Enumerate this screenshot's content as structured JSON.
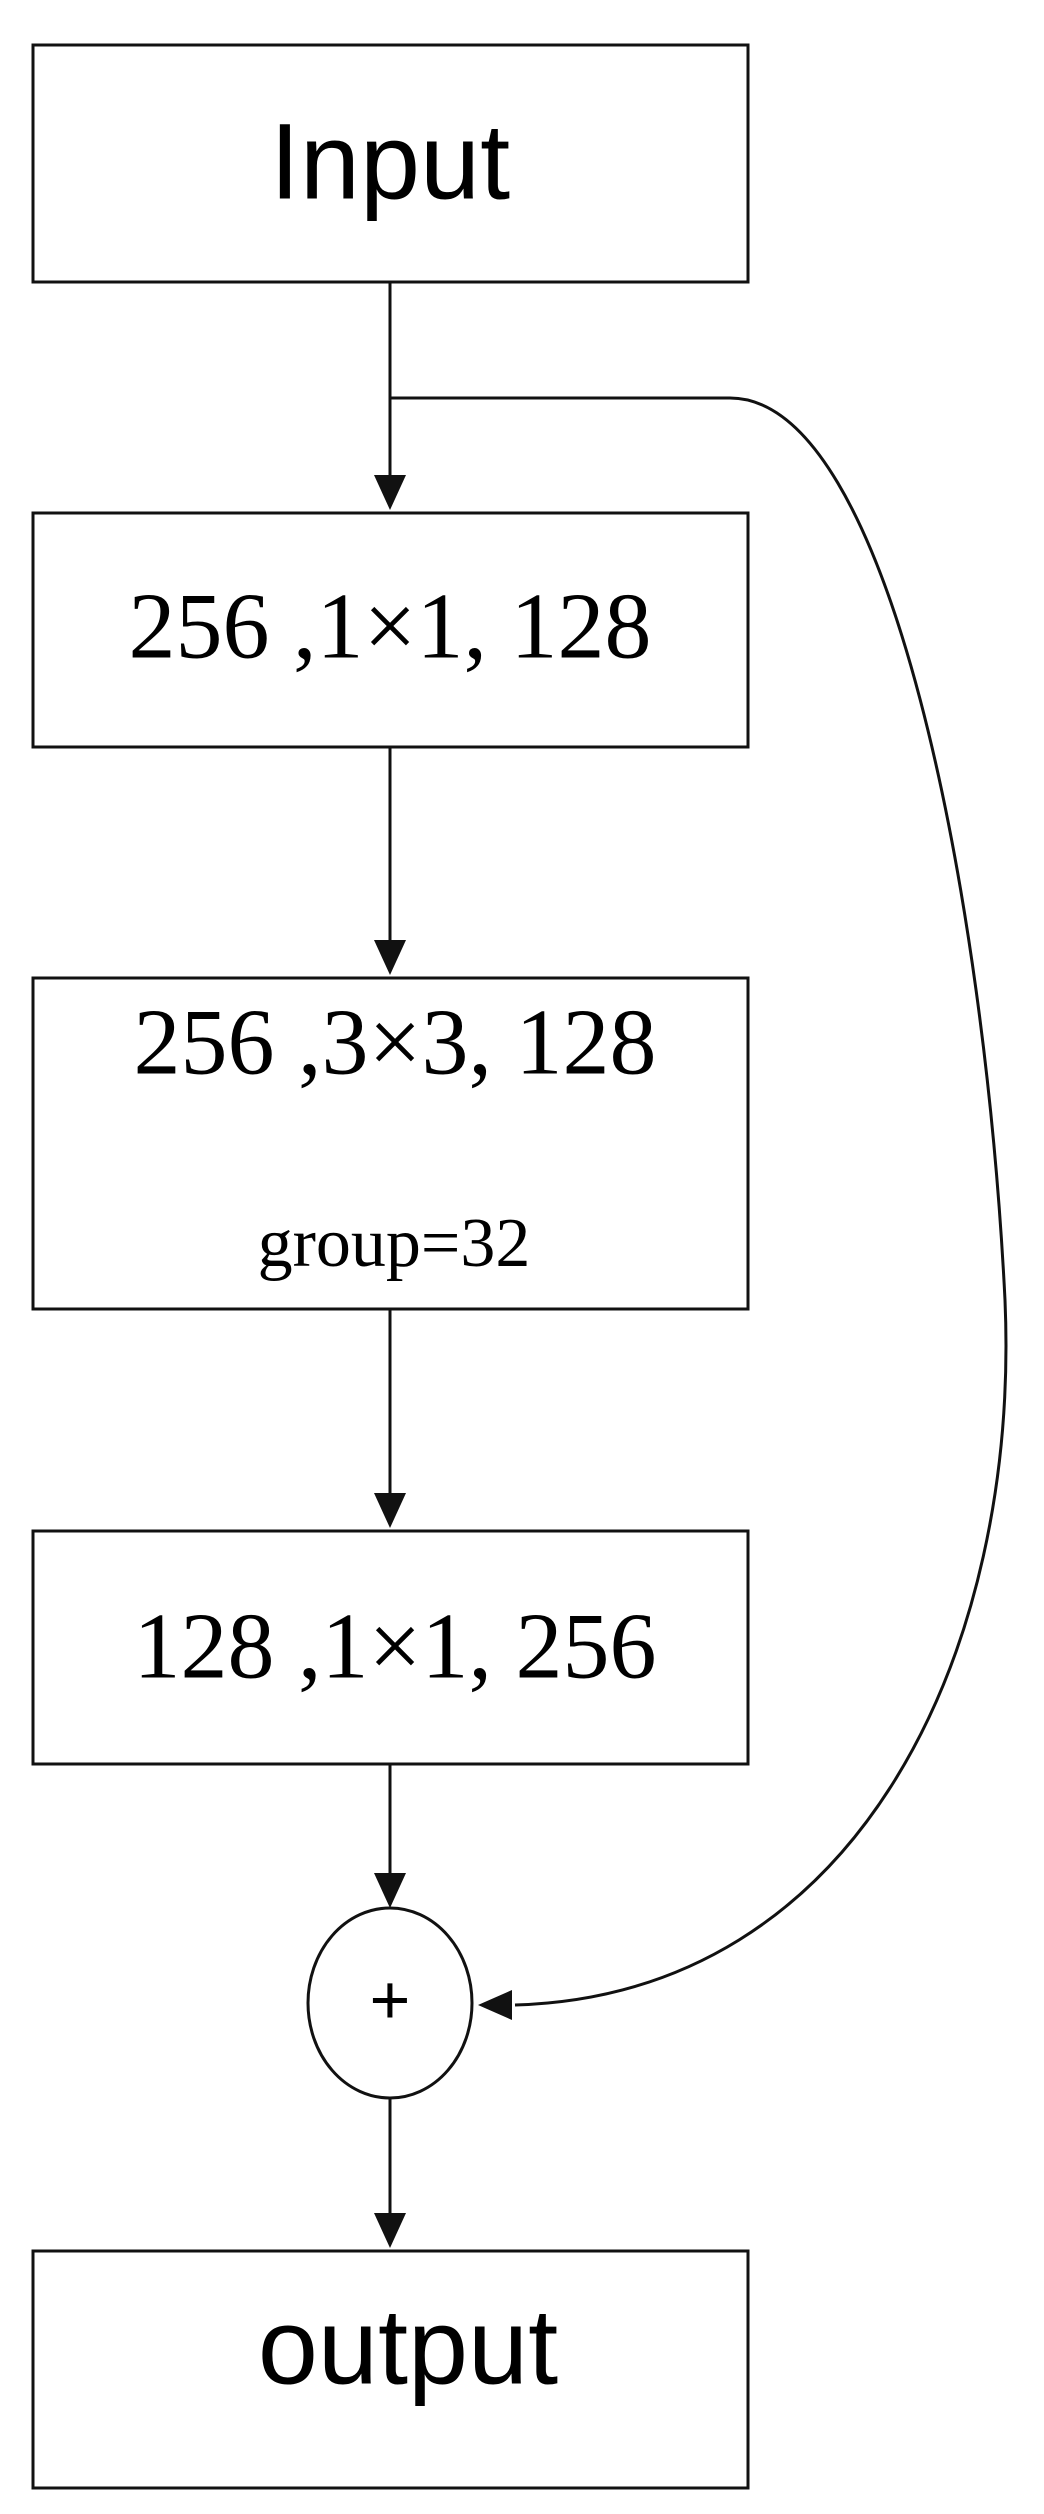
{
  "diagram": {
    "input_label": "Input",
    "conv1_label": "256 ,1×1, 128",
    "conv2_label": "256 ,3×3, 128",
    "conv2_sublabel": "group=32",
    "conv3_label": "128 ,1×1, 256",
    "add_symbol": "+",
    "output_label": "output"
  }
}
